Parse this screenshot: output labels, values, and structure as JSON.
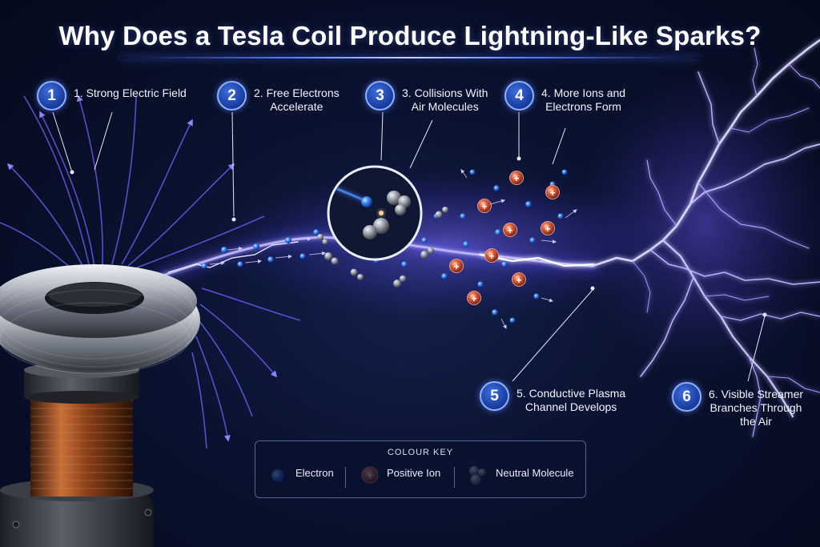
{
  "title": "Why Does a Tesla Coil Produce Lightning-Like Sparks?",
  "steps": [
    {
      "number": "1",
      "line1": "1. Strong Electric Field",
      "line2": ""
    },
    {
      "number": "2",
      "line1": "2. Free Electrons",
      "line2": "Accelerate"
    },
    {
      "number": "3",
      "line1": "3. Collisions With",
      "line2": "Air Molecules"
    },
    {
      "number": "4",
      "line1": "4. More Ions and",
      "line2": "Electrons Form"
    },
    {
      "number": "5",
      "line1": "5. Conductive Plasma",
      "line2": "Channel Develops"
    },
    {
      "number": "6",
      "line1": "6. Visible Streamer",
      "line2": "Branches Through",
      "line3": "the Air"
    }
  ],
  "ion_symbol": "+",
  "legend": {
    "title": "COLOUR KEY",
    "electron": "Electron",
    "positive_ion": "Positive Ion",
    "neutral_molecule": "Neutral Molecule"
  },
  "colors": {
    "background": "#0a1230",
    "electron": "#2f7bff",
    "positive_ion": "#e05a3a",
    "neutral_molecule": "#9a9ea8",
    "spark": "#8a7bff",
    "badge": "#1f4fc4",
    "copper": "#b0602c",
    "steel": "#c9ccd2"
  },
  "icons": {
    "electron": "electron-sphere-icon",
    "positive_ion": "plus-ion-icon",
    "neutral_molecule": "molecule-cluster-icon",
    "magnifier": "magnified-collision-icon"
  }
}
